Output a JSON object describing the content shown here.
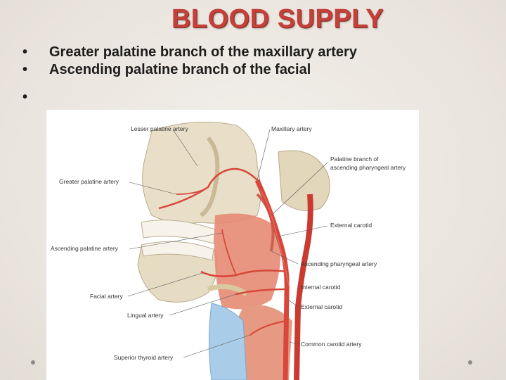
{
  "slide": {
    "title": "BLOOD SUPPLY",
    "bullets": [
      "Greater palatine branch of the maxillary artery",
      "Ascending palatine branch of the facial",
      ""
    ],
    "bullet_glyph": "•"
  },
  "figure": {
    "labels": {
      "lesser_palatine": "Lesser palatine artery",
      "maxillary": "Maxillary artery",
      "palatine_branch_1": "Palatine branch of",
      "palatine_branch_2": "ascending pharyngeal artery",
      "greater_palatine": "Greater palatine artery",
      "external_carotid_top": "External carotid",
      "ascending_palatine": "Ascending palatine artery",
      "ascending_pharyngeal": "Ascending pharyngeal artery",
      "internal_carotid": "Internal carotid",
      "facial": "Facial artery",
      "external_carotid_bottom": "External carotid",
      "lingual": "Lingual artery",
      "common_carotid": "Common carotid artery",
      "superior_thyroid": "Superior thyroid artery"
    }
  },
  "colors": {
    "title": "#c4413a",
    "artery": "#d9473a",
    "muscle": "#e58a74",
    "bone": "#e6dcc6",
    "mucosa": "#9fc6e6"
  }
}
